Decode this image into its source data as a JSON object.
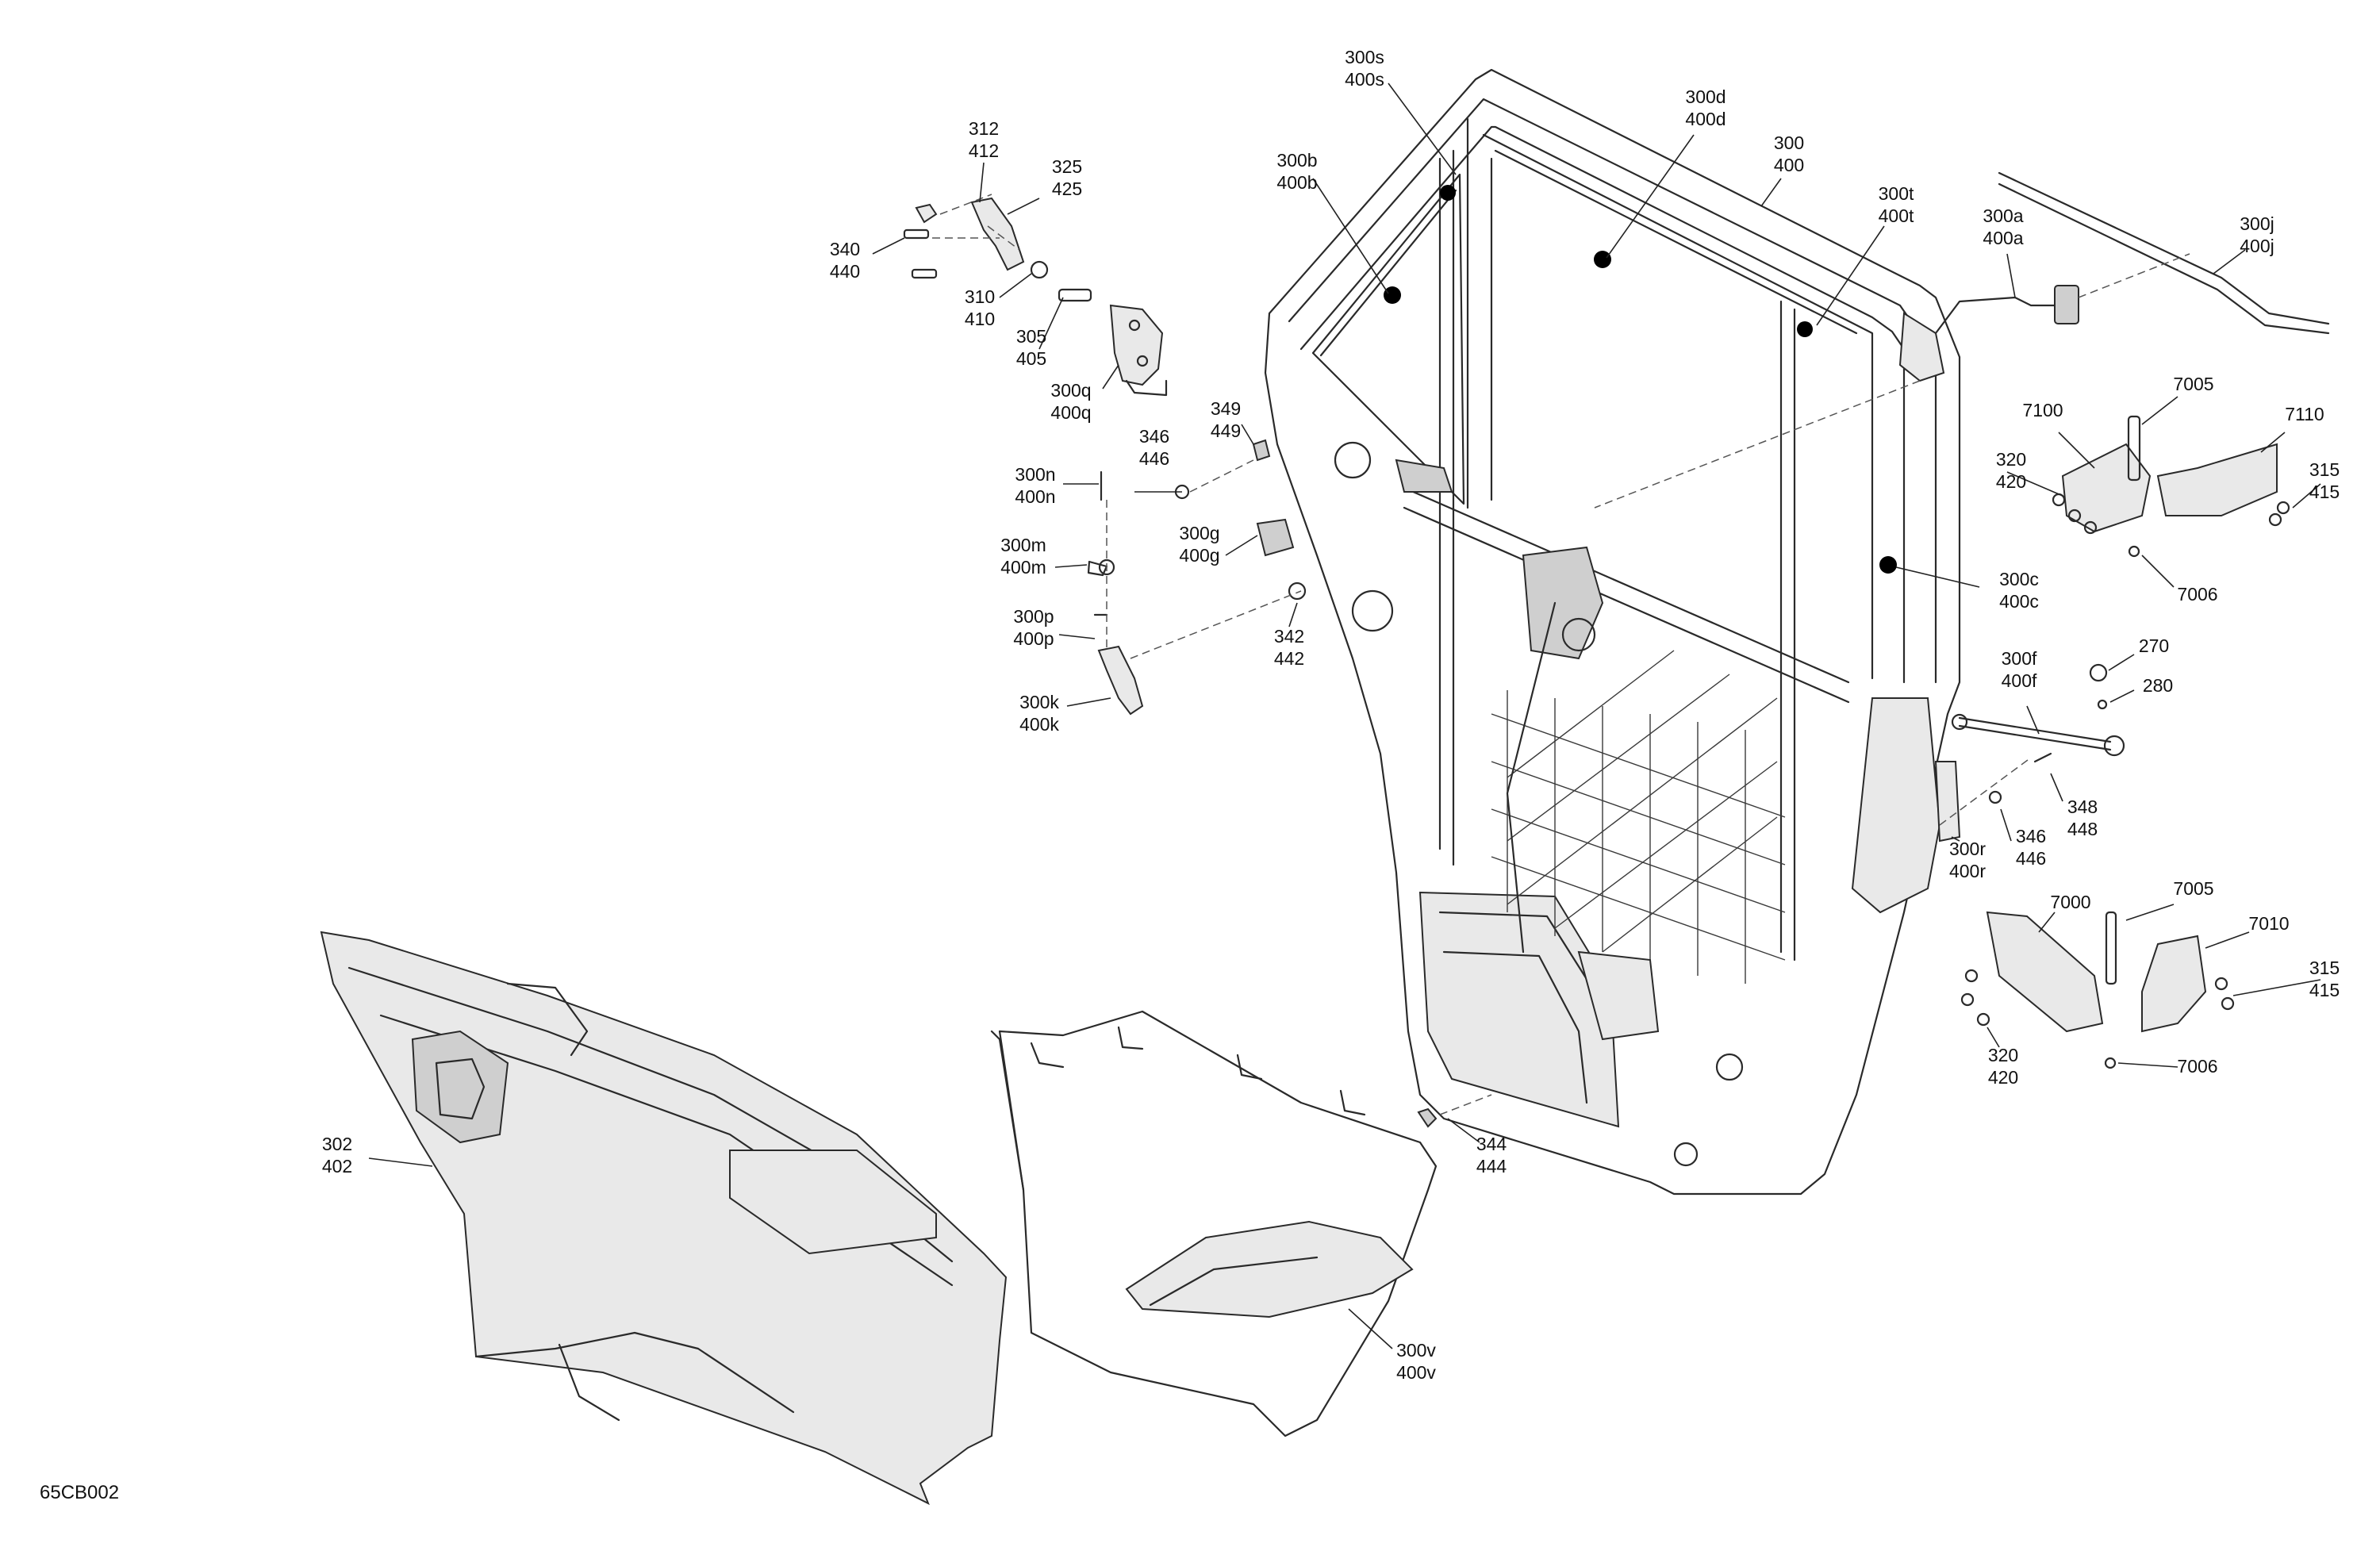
{
  "drawing_code": "65CB002",
  "callouts": {
    "c300s": [
      "300s",
      "400s"
    ],
    "c300d": [
      "300d",
      "400d"
    ],
    "c300": [
      "300",
      "400"
    ],
    "c300b": [
      "300b",
      "400b"
    ],
    "c300t": [
      "300t",
      "400t"
    ],
    "c300a": [
      "300a",
      "400a"
    ],
    "c300j": [
      "300j",
      "400j"
    ],
    "c312": [
      "312",
      "412"
    ],
    "c325": [
      "325",
      "425"
    ],
    "c340": [
      "340",
      "440"
    ],
    "c310": [
      "310",
      "410"
    ],
    "c305": [
      "305",
      "405"
    ],
    "c300q": [
      "300q",
      "400q"
    ],
    "c349": [
      "349",
      "449"
    ],
    "c346a": [
      "346",
      "446"
    ],
    "c300n": [
      "300n",
      "400n"
    ],
    "c300m": [
      "300m",
      "400m"
    ],
    "c300g": [
      "300g",
      "400g"
    ],
    "c342": [
      "342",
      "442"
    ],
    "c300p": [
      "300p",
      "400p"
    ],
    "c300k": [
      "300k",
      "400k"
    ],
    "c7005a": [
      "7005"
    ],
    "c7100": [
      "7100"
    ],
    "c7110": [
      "7110"
    ],
    "c320a": [
      "320",
      "420"
    ],
    "c315a": [
      "315",
      "415"
    ],
    "c7006a": [
      "7006"
    ],
    "c300c": [
      "300c",
      "400c"
    ],
    "c270": [
      "270"
    ],
    "c280": [
      "280"
    ],
    "c300f": [
      "300f",
      "400f"
    ],
    "c348": [
      "348",
      "448"
    ],
    "c346b": [
      "346",
      "446"
    ],
    "c300r": [
      "300r",
      "400r"
    ],
    "c7000": [
      "7000"
    ],
    "c7005b": [
      "7005"
    ],
    "c7010": [
      "7010"
    ],
    "c315b": [
      "315",
      "415"
    ],
    "c320b": [
      "320",
      "420"
    ],
    "c7006b": [
      "7006"
    ],
    "c302": [
      "302",
      "402"
    ],
    "c344": [
      "344",
      "444"
    ],
    "c300v": [
      "300v",
      "400v"
    ]
  }
}
